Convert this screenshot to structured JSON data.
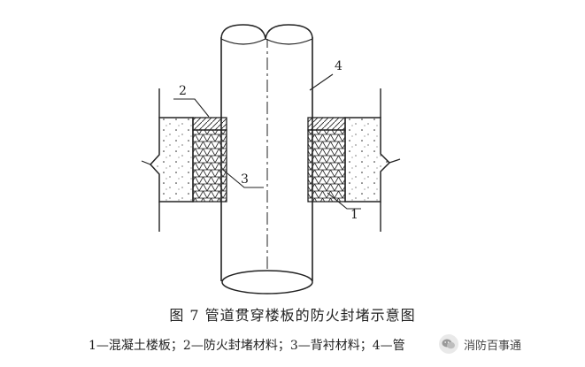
{
  "callouts": {
    "concrete_slab": "1",
    "fire_sealing_material": "2",
    "backing_material": "3",
    "pipe": "4"
  },
  "caption": {
    "title": "图 7   管道贯穿楼板的防火封堵示意图",
    "legend": "1—混凝土楼板；2—防火封堵材料；3—背衬材料；4—管"
  },
  "watermark": {
    "text": "消防百事通"
  },
  "colors": {
    "line": "#222222",
    "background": "#ffffff"
  },
  "icons": {
    "watermark_logo": "wechat-logo-icon"
  }
}
